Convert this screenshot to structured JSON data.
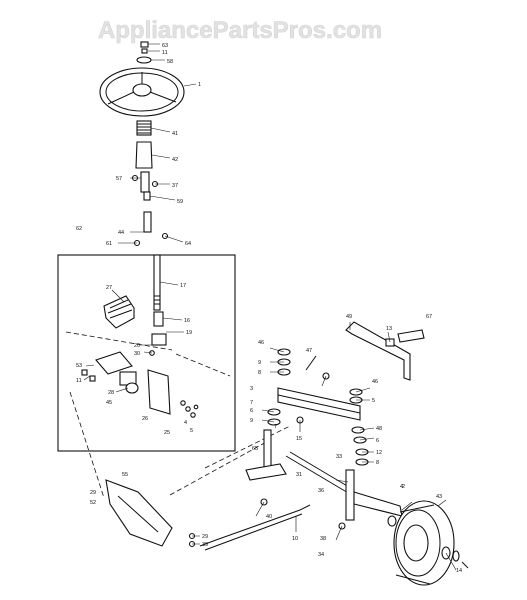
{
  "watermark": "AppliancePartsPros.com",
  "callouts": [
    {
      "id": "c-63",
      "label": "63"
    },
    {
      "id": "c-11a",
      "label": "11"
    },
    {
      "id": "c-58",
      "label": "58"
    },
    {
      "id": "c-1",
      "label": "1"
    },
    {
      "id": "c-41",
      "label": "41"
    },
    {
      "id": "c-42",
      "label": "42"
    },
    {
      "id": "c-57",
      "label": "57"
    },
    {
      "id": "c-37",
      "label": "37"
    },
    {
      "id": "c-59",
      "label": "59"
    },
    {
      "id": "c-62",
      "label": "62"
    },
    {
      "id": "c-44",
      "label": "44"
    },
    {
      "id": "c-61",
      "label": "61"
    },
    {
      "id": "c-64",
      "label": "64"
    },
    {
      "id": "c-17",
      "label": "17"
    },
    {
      "id": "c-27",
      "label": "27"
    },
    {
      "id": "c-16",
      "label": "16"
    },
    {
      "id": "c-19",
      "label": "19"
    },
    {
      "id": "c-20",
      "label": "20"
    },
    {
      "id": "c-30",
      "label": "30"
    },
    {
      "id": "c-53",
      "label": "53"
    },
    {
      "id": "c-11b",
      "label": "11"
    },
    {
      "id": "c-45",
      "label": "45"
    },
    {
      "id": "c-28",
      "label": "28"
    },
    {
      "id": "c-26",
      "label": "26"
    },
    {
      "id": "c-25",
      "label": "25"
    },
    {
      "id": "c-4a",
      "label": "4"
    },
    {
      "id": "c-5a",
      "label": "5"
    },
    {
      "id": "c-46",
      "label": "46"
    },
    {
      "id": "c-9a",
      "label": "9"
    },
    {
      "id": "c-49",
      "label": "49"
    },
    {
      "id": "c-13",
      "label": "13"
    },
    {
      "id": "c-67",
      "label": "67"
    },
    {
      "id": "c-47",
      "label": "47"
    },
    {
      "id": "c-46b",
      "label": "46"
    },
    {
      "id": "c-8",
      "label": "8"
    },
    {
      "id": "c-5b",
      "label": "5"
    },
    {
      "id": "c-3",
      "label": "3"
    },
    {
      "id": "c-6a",
      "label": "6"
    },
    {
      "id": "c-7a",
      "label": "7"
    },
    {
      "id": "c-9b",
      "label": "9"
    },
    {
      "id": "c-48",
      "label": "48"
    },
    {
      "id": "c-15",
      "label": "15"
    },
    {
      "id": "c-12",
      "label": "12"
    },
    {
      "id": "c-6b",
      "label": "6"
    },
    {
      "id": "c-8b",
      "label": "8"
    },
    {
      "id": "c-2",
      "label": "2"
    },
    {
      "id": "c-55",
      "label": "55"
    },
    {
      "id": "c-29a",
      "label": "29"
    },
    {
      "id": "c-33",
      "label": "33"
    },
    {
      "id": "c-65",
      "label": "65"
    },
    {
      "id": "c-31",
      "label": "31"
    },
    {
      "id": "c-40",
      "label": "40"
    },
    {
      "id": "c-10",
      "label": "10"
    },
    {
      "id": "c-4b",
      "label": "4"
    },
    {
      "id": "c-43",
      "label": "43"
    },
    {
      "id": "c-36",
      "label": "36"
    },
    {
      "id": "c-38",
      "label": "38"
    },
    {
      "id": "c-29b",
      "label": "29"
    },
    {
      "id": "c-39",
      "label": "39"
    },
    {
      "id": "c-52",
      "label": "52"
    },
    {
      "id": "c-14",
      "label": "14"
    },
    {
      "id": "c-34",
      "label": "34"
    },
    {
      "id": "c-7b",
      "label": "7"
    }
  ]
}
